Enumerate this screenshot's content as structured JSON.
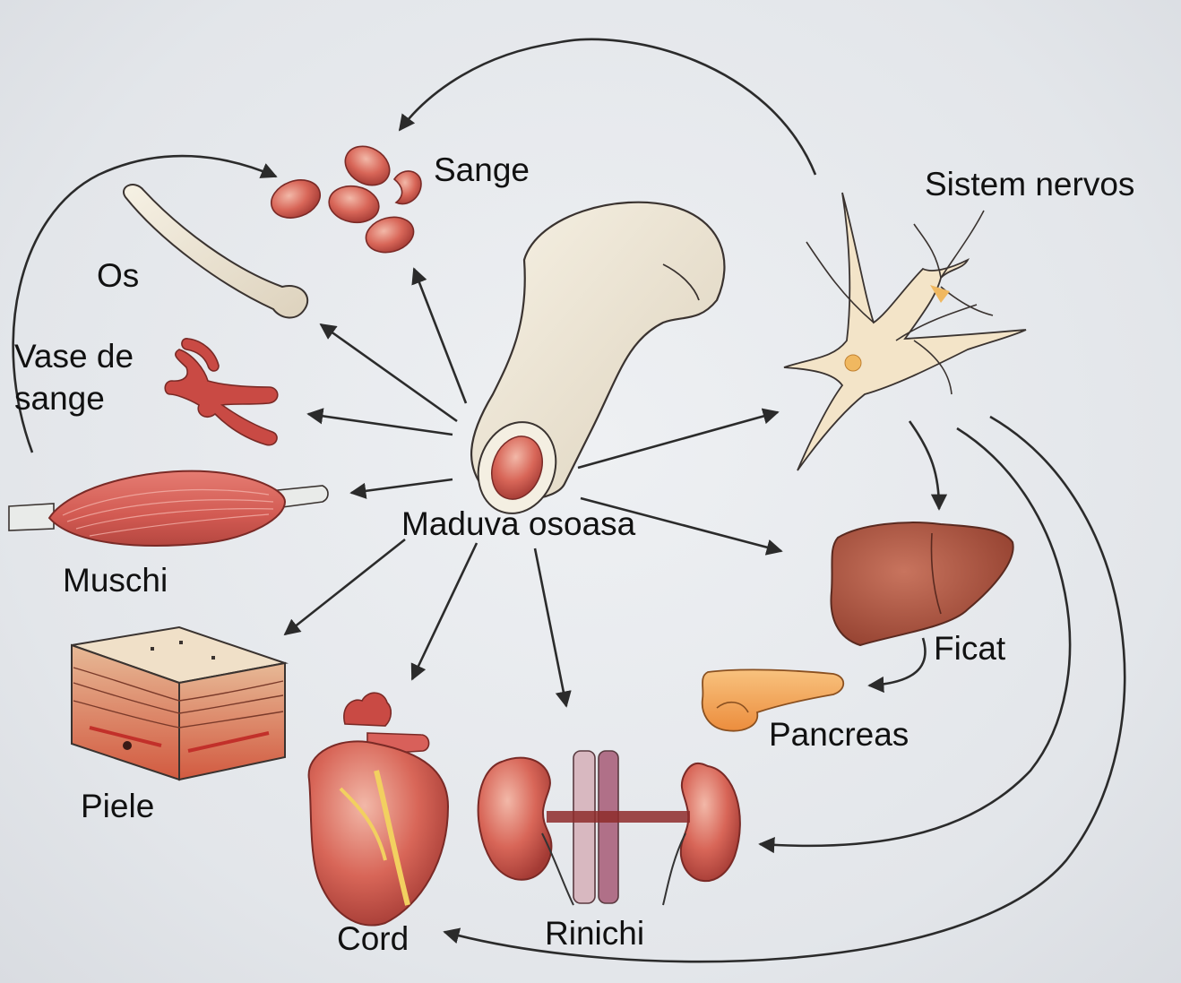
{
  "labels": {
    "center": "Maduva osoasa",
    "blood": "Sange",
    "nervous": "Sistem nervos",
    "bone": "Os",
    "vessels_line1": "Vase de",
    "vessels_line2": "sange",
    "muscle": "Muschi",
    "skin": "Piele",
    "heart": "Cord",
    "kidneys": "Rinichi",
    "liver": "Ficat",
    "pancreas": "Pancreas"
  },
  "colors": {
    "organ_red": "#c94a44",
    "organ_dark": "#8e2b2a",
    "bone_cream": "#f1ebdc",
    "liver_brown": "#a84a3a",
    "pancreas_orange": "#f2a45a",
    "arrow": "#2b2b2b"
  }
}
